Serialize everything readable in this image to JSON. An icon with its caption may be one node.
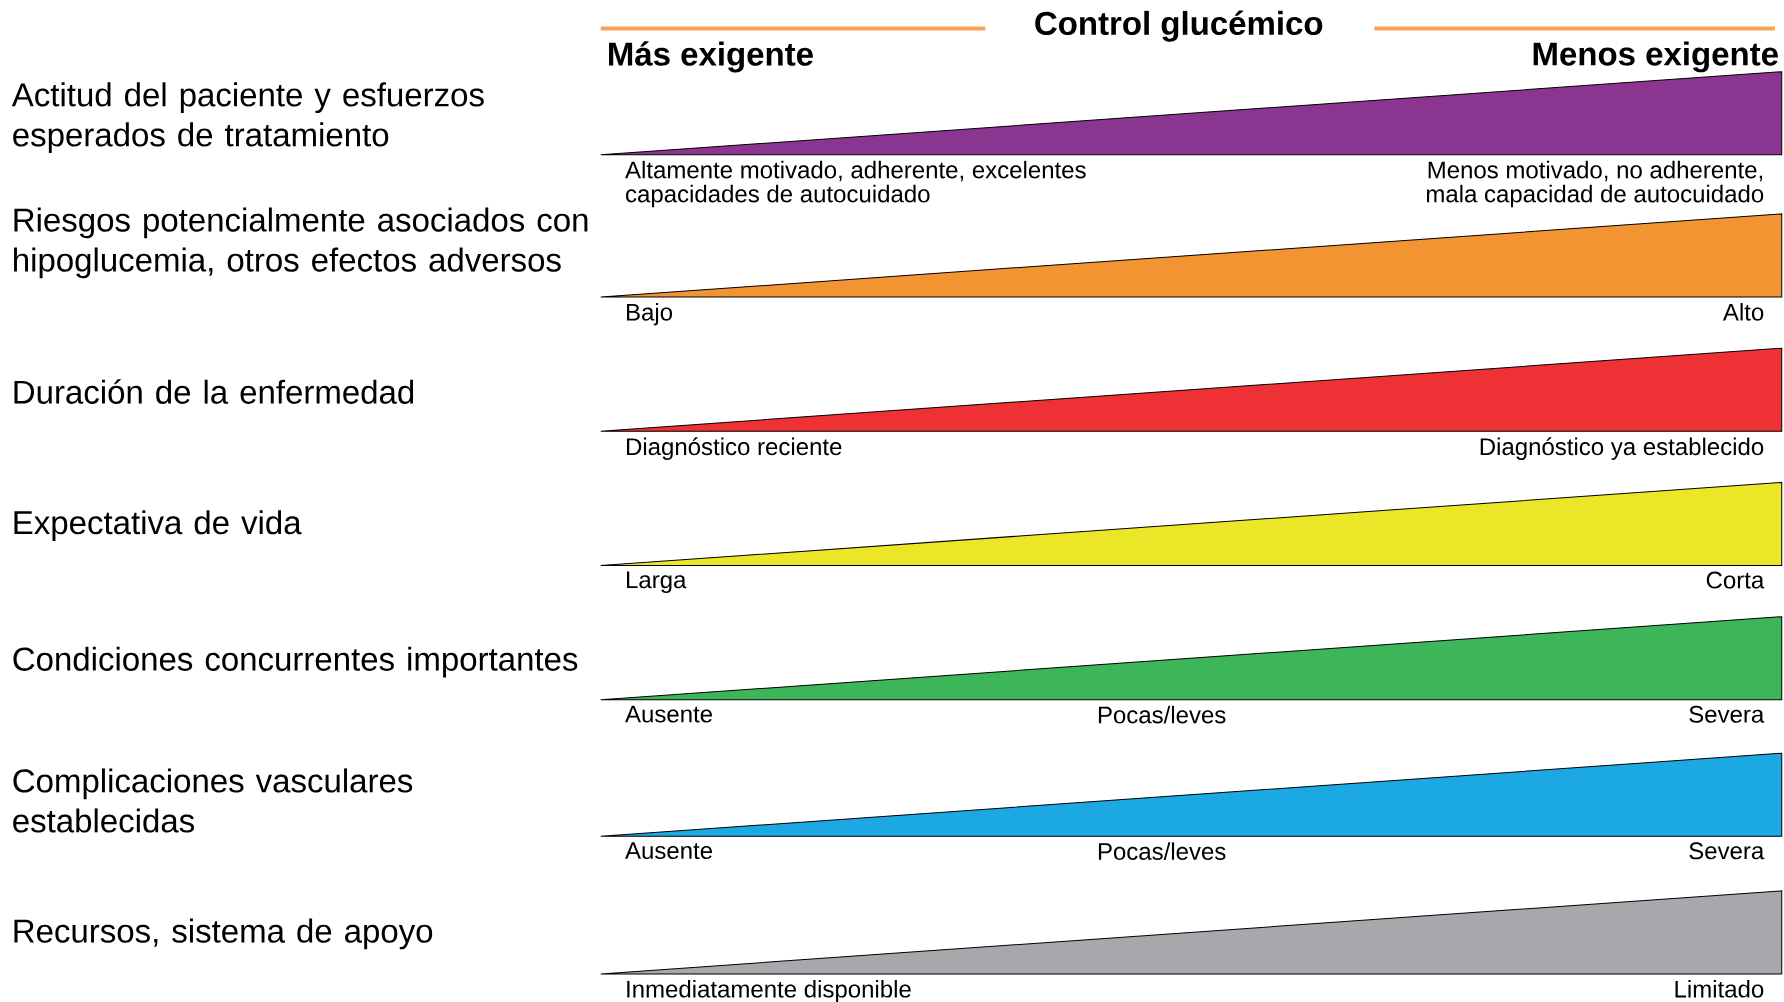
{
  "diagram": {
    "title": "Control glucémico",
    "nodes": [
      {
        "text": [],
        "shape": "triangle",
        "beside": [
          "Altamente motivado, adherente, excelentes capacidades de autocuidado",
          "Menos motivado, no adherente, mala capacidad de autocuidado"
        ]
      },
      {
        "text": [],
        "shape": "triangle",
        "beside": [
          "Bajo",
          "Alto"
        ]
      },
      {
        "text": [],
        "shape": "triangle",
        "beside": [
          "Diagnóstico reciente",
          "Diagnóstico ya establecido"
        ]
      },
      {
        "text": [],
        "shape": "triangle",
        "beside": [
          "Larga",
          "Corta"
        ]
      },
      {
        "text": [],
        "shape": "triangle",
        "beside": [
          "Ausente",
          "Pocas/leves",
          "Severa"
        ]
      },
      {
        "text": [],
        "shape": "triangle",
        "beside": [
          "Ausente",
          "Pocas/leves",
          "Severa"
        ]
      },
      {
        "text": [],
        "shape": "triangle",
        "beside": [
          "Inmediatamente disponible",
          "Limitado"
        ]
      }
    ],
    "labels": [
      "Más exigente",
      "Menos exigente",
      "Actitud del paciente y esfuerzos esperados de tratamiento",
      "Riesgos potencialmente asociados con hipoglucemia, otros efectos adversos",
      "Duración de la enfermedad",
      "Expectativa de vida",
      "Condiciones concurrentes importantes",
      "Complicaciones vasculares establecidas",
      "Recursos, sistema de apoyo"
    ]
  }
}
